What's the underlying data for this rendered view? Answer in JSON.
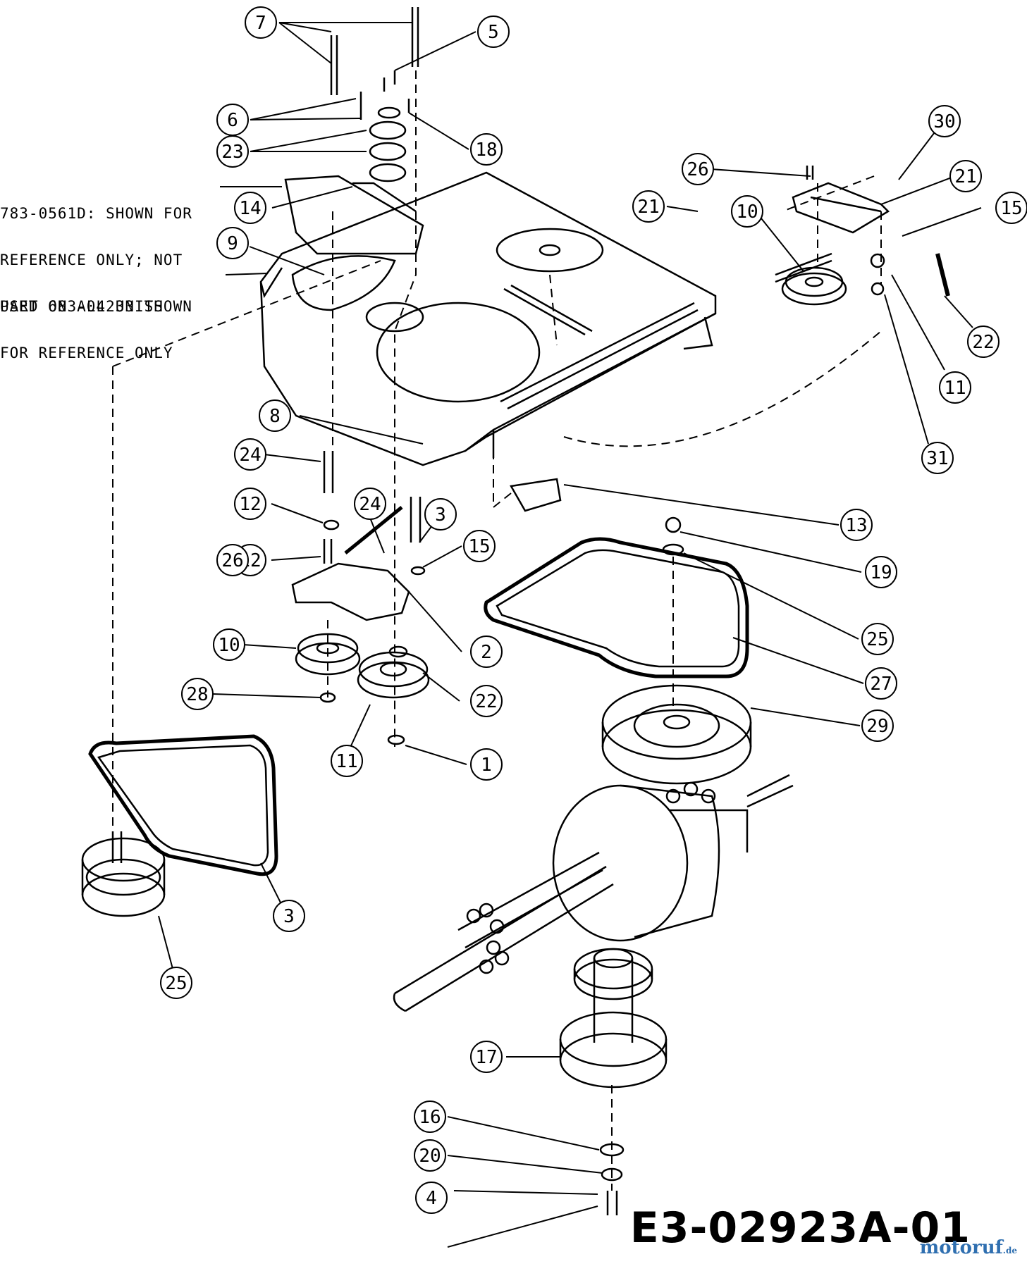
{
  "notes": [
    {
      "id": "note-783",
      "lines": [
        "783-0561D: SHOWN FOR",
        "REFERENCE ONLY; NOT",
        "USED ON ALL UNITS"
      ]
    },
    {
      "id": "note-683",
      "lines": [
        "PART 683-04233 SHOWN",
        "FOR REFERENCE ONLY"
      ]
    }
  ],
  "document_id": "E3-02923A-01",
  "watermark": {
    "name": "motoruf",
    "tld": ".de"
  },
  "callouts": [
    "7",
    "5",
    "6",
    "18",
    "23",
    "14",
    "9",
    "8",
    "24",
    "12",
    "15",
    "24",
    "12",
    "3",
    "2",
    "26",
    "22",
    "10",
    "28",
    "11",
    "1",
    "25",
    "3",
    "26",
    "10",
    "21",
    "30",
    "21",
    "15",
    "22",
    "11",
    "31",
    "13",
    "19",
    "25",
    "27",
    "29",
    "17",
    "16",
    "20",
    "4"
  ],
  "colors": {
    "line": "#000000",
    "watermark": "#2f6fb0",
    "watermark_dot": "#c84b2b"
  }
}
